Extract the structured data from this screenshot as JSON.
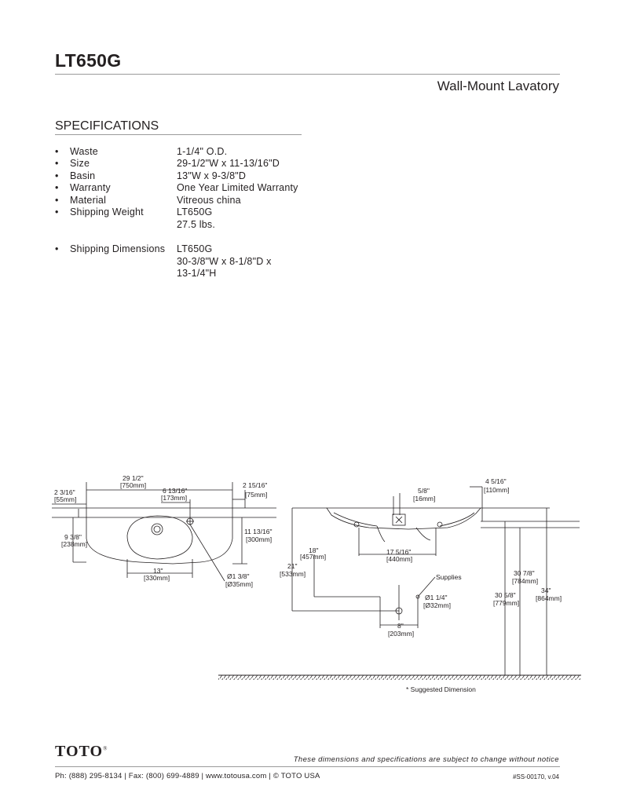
{
  "header": {
    "model": "LT650G",
    "subtitle": "Wall-Mount Lavatory"
  },
  "specifications": {
    "heading": "SPECIFICATIONS",
    "bullet": "•",
    "items": [
      {
        "label": "Waste",
        "value": "1-1/4\" O.D."
      },
      {
        "label": "Size",
        "value": "29-1/2\"W x 11-13/16\"D"
      },
      {
        "label": "Basin",
        "value": "13\"W x 9-3/8\"D"
      },
      {
        "label": "Warranty",
        "value": "One Year Limited Warranty"
      },
      {
        "label": "Material",
        "value": "Vitreous china"
      },
      {
        "label": "Shipping Weight",
        "value": "LT650G",
        "value2": "27.5 lbs."
      },
      {
        "label": "Shipping Dimensions",
        "value": "LT650G",
        "value2": "30-3/8\"W x 8-1/8\"D x",
        "value3": "13-1/4\"H"
      }
    ]
  },
  "drawing": {
    "dims": {
      "d1": "29 1/2\"",
      "d1m": "[750mm]",
      "d2": "2 3/16\"",
      "d2m": "[55mm]",
      "d3": "6 13/16\"",
      "d3m": "[173mm]",
      "d4": "2 15/16\"",
      "d4m": "[75mm]",
      "d5": "9 3/8\"",
      "d5m": "[238mm]",
      "d6": "11 13/16\"",
      "d6m": "[300mm]",
      "d7": "13\"",
      "d7m": "[330mm]",
      "d8": "Ø1 3/8\"",
      "d8m": "[Ø35mm]",
      "d9": "4 5/16\"",
      "d9m": "[110mm]",
      "d10": "5/8\"",
      "d10m": "[16mm]",
      "d11": "18\"",
      "d11m": "[457mm]",
      "d12": "21\"",
      "d12m": "[533mm]",
      "d13": "17 5/16\"",
      "d13m": "[440mm]",
      "d14": "Supplies",
      "d15": "Ø1 1/4\"",
      "d15m": "[Ø32mm]",
      "d16": "8\"",
      "d16m": "[203mm]",
      "d17": "30 7/8\"",
      "d17m": "[784mm]",
      "d18": "30 5/8\"",
      "d18m": "[779mm]",
      "d19": "34\"",
      "d19m": "[864mm]"
    },
    "footnote": "* Suggested Dimension"
  },
  "footer": {
    "logo": "TOTO",
    "logo_mark": "®",
    "notice": "These dimensions and specifications are subject to change without notice",
    "contact": "Ph: (888) 295-8134 | Fax: (800) 699-4889 | www.totousa.com | © TOTO USA",
    "doc_number": "#SS-00170, v.04"
  }
}
